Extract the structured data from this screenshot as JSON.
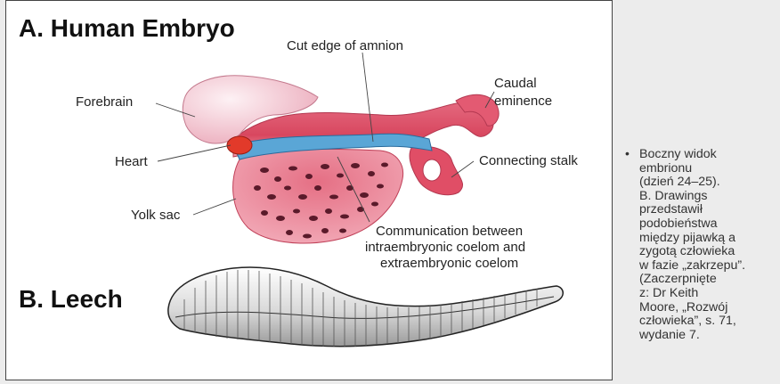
{
  "figure": {
    "section_a_title": "A. Human Embryo",
    "section_b_title": "B. Leech",
    "labels": {
      "cut_edge": "Cut edge of amnion",
      "caudal_1": "Caudal",
      "caudal_2": "eminence",
      "forebrain": "Forebrain",
      "heart": "Heart",
      "connecting_stalk": "Connecting stalk",
      "yolk_sac": "Yolk sac",
      "comm_1": "Communication between",
      "comm_2": "intraembryonic coelom and",
      "comm_3": "extraembryonic coelom"
    }
  },
  "caption": {
    "bullet": "•",
    "text": "Boczny widok\nembrionu\n(dzień 24–25).\nB. Drawings\nprzedstawił\npodobieństwa\nmiędzy pijawką a\nzygotą człowieka\nw fazie „zakrzepu”.\n(Zaczerpnięte\nz: Dr Keith\nMoore, „Rozwój\nczłowieka”, s. 71,\nwydanie 7."
  },
  "colors": {
    "embryo_pink": "#f2a9b8",
    "head_pink": "#f7d6de",
    "yolk_red": "#e0667c",
    "amnion_blue": "#5aa6d6",
    "heart_red": "#e23a2a"
  }
}
